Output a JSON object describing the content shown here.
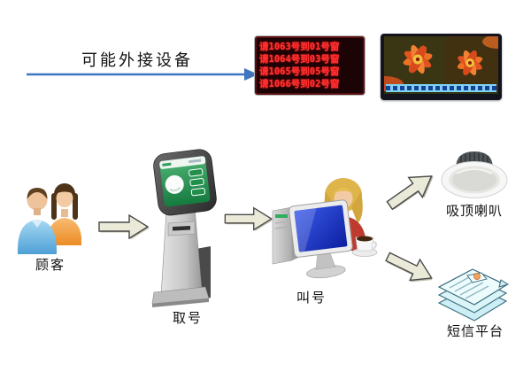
{
  "top": {
    "external_label": "可能外接设备",
    "led": {
      "lines": [
        "请1063号到01号窗",
        "请1064号到03号窗",
        "请1065号到05号窗",
        "请1066号到02号窗"
      ]
    }
  },
  "nodes": {
    "customer": "顾客",
    "kiosk": "取号",
    "operator": "叫号",
    "speaker": "吸顶喇叭",
    "sms": "短信平台"
  },
  "icons": {
    "customers": "two-customers-icon",
    "kiosk": "ticket-kiosk-icon",
    "operator": "operator-computer-icon",
    "speaker": "ceiling-speaker-icon",
    "sms": "document-stack-icon",
    "led": "led-queue-display",
    "lcd": "lcd-media-screen"
  },
  "colors": {
    "arrow_blue": "#3f76bf",
    "block_arrow_fill": "#ebead9",
    "led_text": "#ff3232",
    "led_background": "#1c0406",
    "kiosk_screen_green": "#2f9e5f",
    "monitor_blue": "#2233cc",
    "background": "#ffffff"
  }
}
